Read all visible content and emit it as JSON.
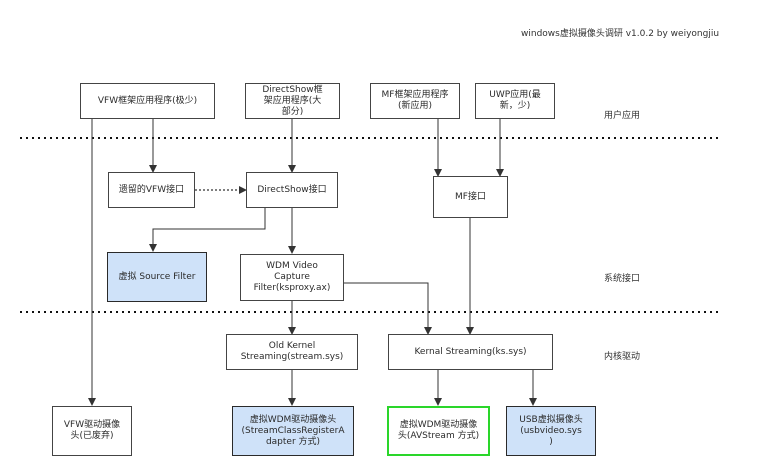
{
  "title": "windows虚拟摄像头调研 v1.0.2 by weiyongjiu",
  "layers": {
    "user_apps": "用户应用",
    "system_interface": "系统接口",
    "kernel_driver": "内核驱动"
  },
  "boxes": {
    "vfw_app": "VFW框架应用程序(极少)",
    "directshow_app": "DirectShow框\n架应用程序(大\n部分)",
    "mf_app": "MF框架应用程序\n(新应用)",
    "uwp_app": "UWP应用(最\n新，少)",
    "vfw_legacy": "遗留的VFW接口",
    "directshow_if": "DirectShow接口",
    "mf_if": "MF接口",
    "virtual_filter": "虚拟 Source Filter",
    "wdm_capture": "WDM Video\nCapture\nFilter(ksproxy.ax)",
    "old_kernel": "Old Kernel\nStreaming(stream.sys)",
    "kernal_streaming": "Kernal Streaming(ks.sys)",
    "vfw_driver": "VFW驱动摄像\n头(已废弃)",
    "wdm_stream_class": "虚拟WDM驱动摄像头\n(StreamClassRegisterA\ndapter 方式)",
    "wdm_avstream": "虚拟WDM驱动摄像\n头(AVStream 方式)",
    "usb_camera": "USB虚拟摄像头\n(usbvideo.sys\n)"
  },
  "colors": {
    "virtual_fill": "#cfe2f9",
    "avstream_border": "#2ad62a",
    "line": "#333333"
  }
}
